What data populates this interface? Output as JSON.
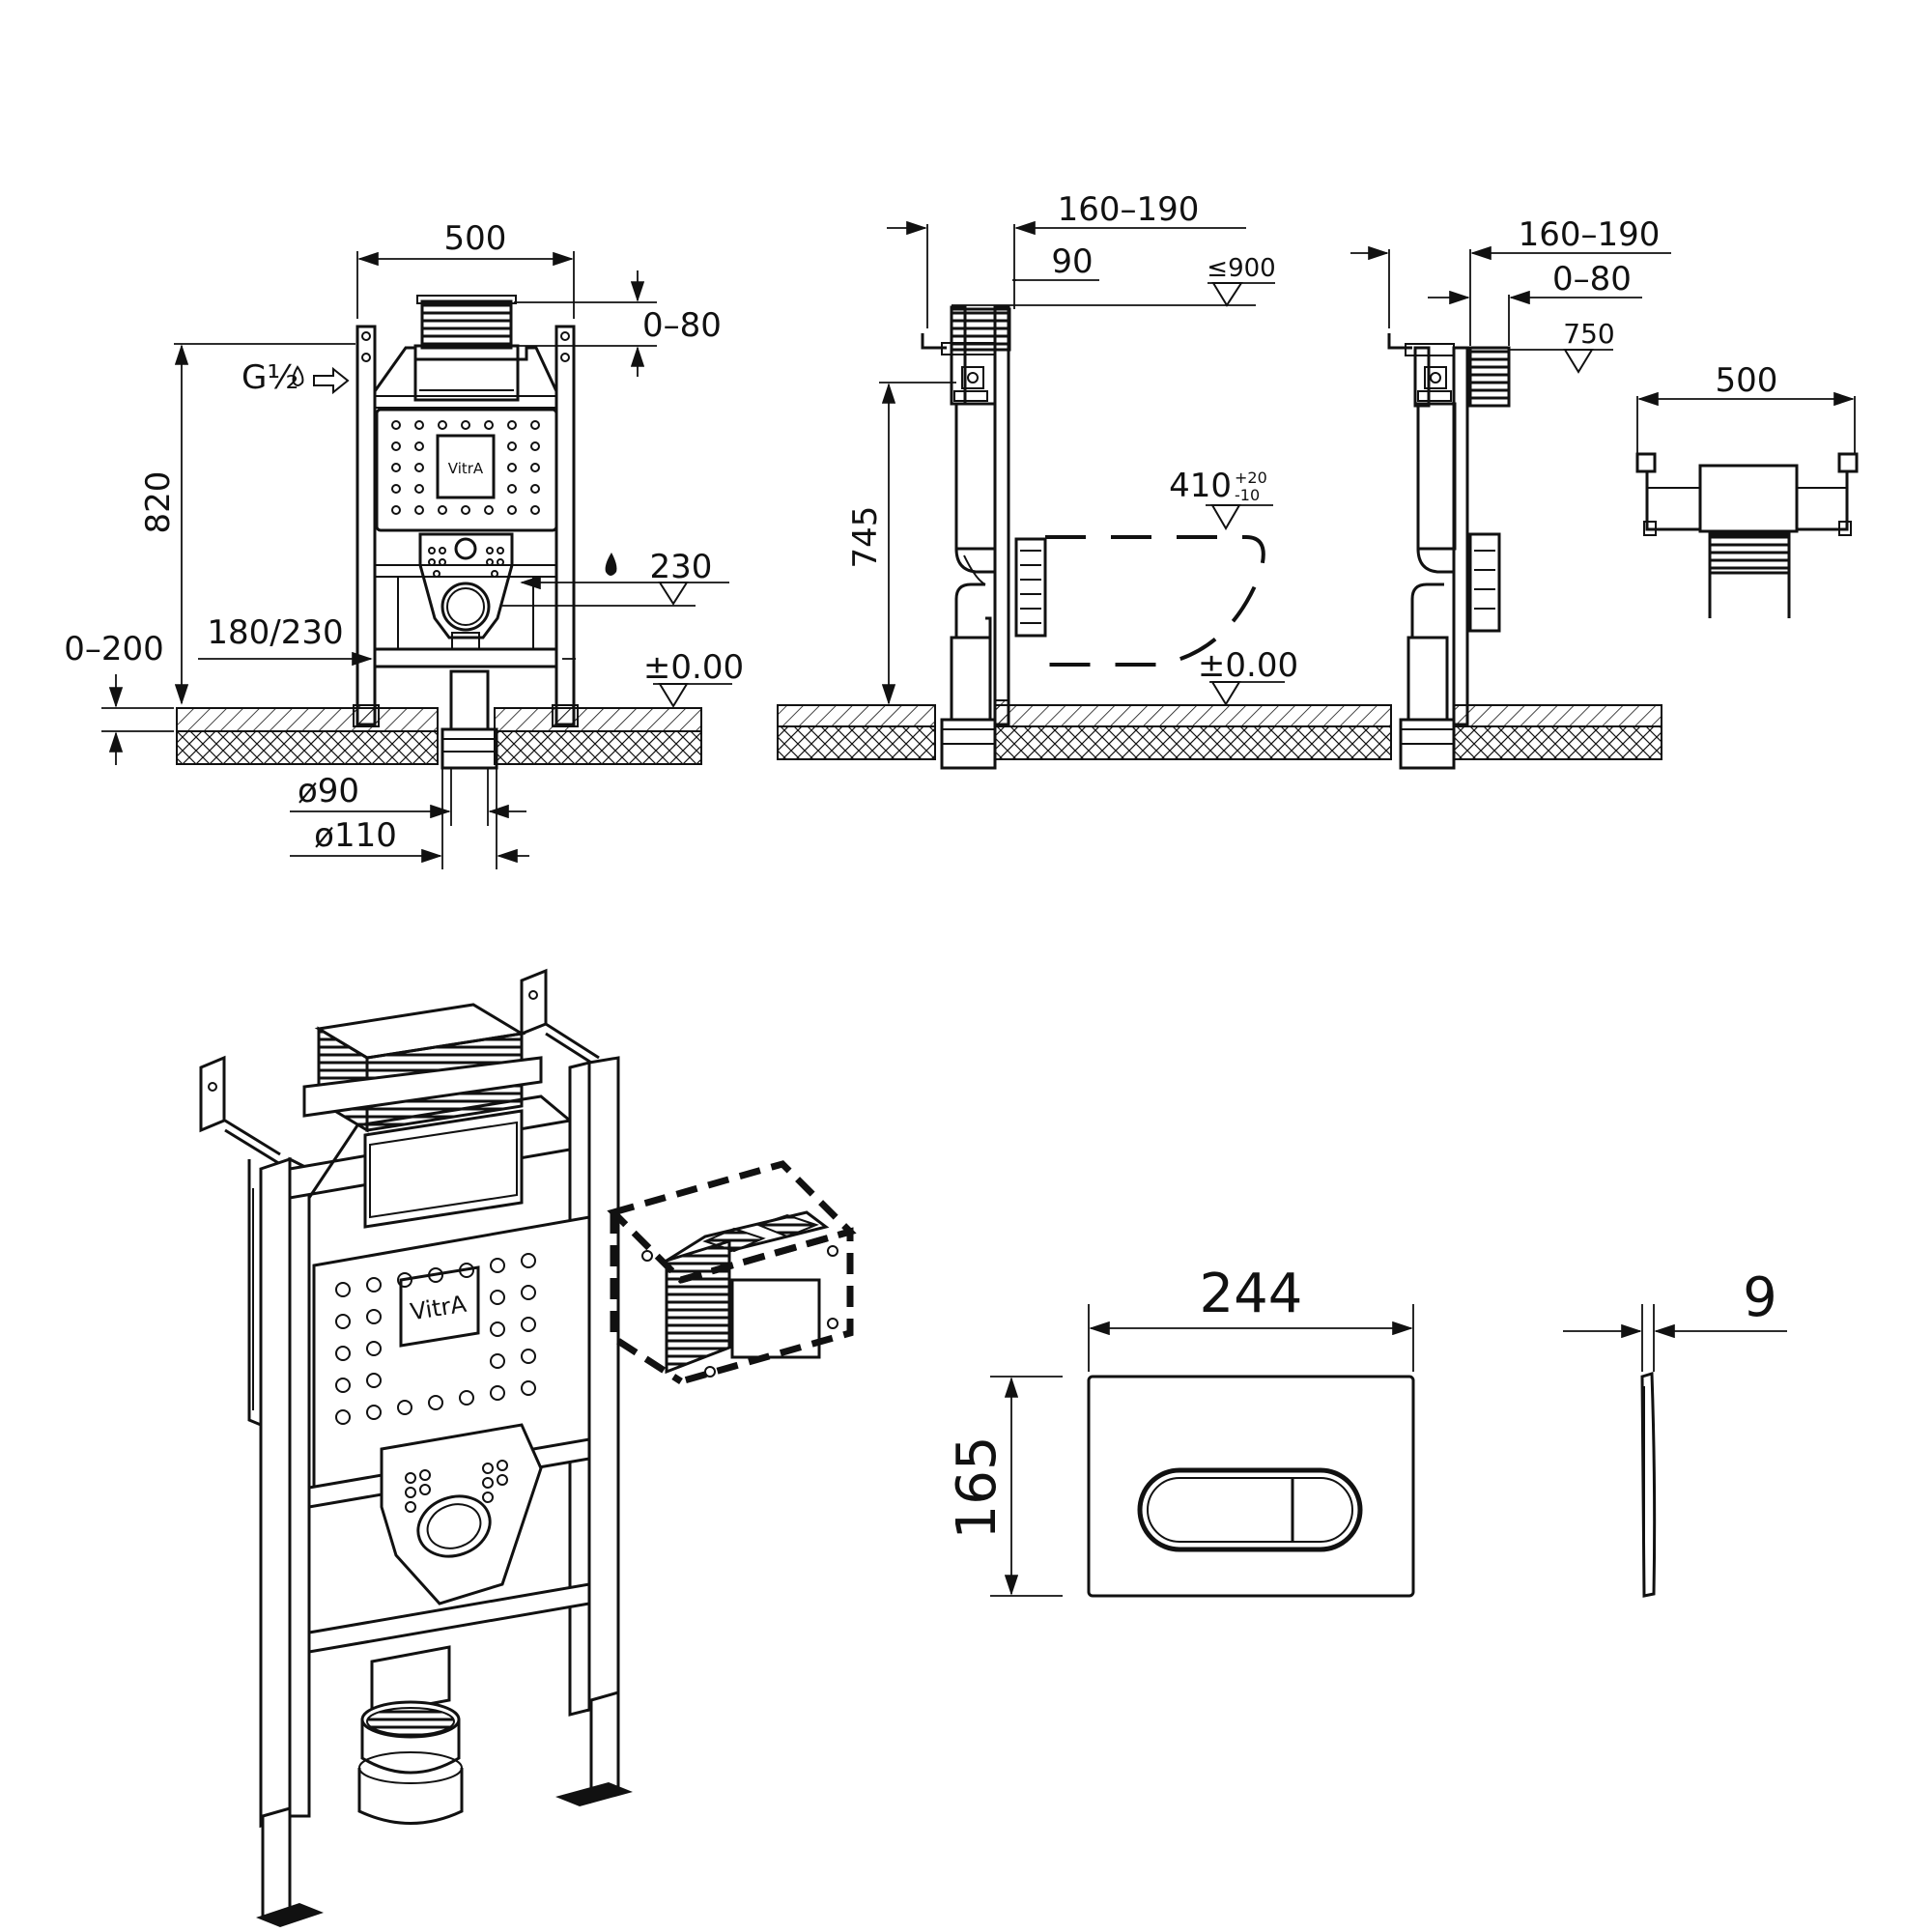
{
  "front_view": {
    "width": "500",
    "height": "820",
    "adjust_top": "0–80",
    "adjust_leg": "0–200",
    "inlet_label": "G½",
    "drain_height": "230",
    "drain_offset": "180/230",
    "floor_level": "±0.00",
    "pipe_small": "ø90",
    "pipe_large": "ø110",
    "brand": "VitrA"
  },
  "side_view_pan": {
    "depth_range": "160–190",
    "depth_min": "90",
    "top_level": "≤900",
    "frame_height": "745",
    "pan_height": "410",
    "pan_tol_plus": "+20",
    "pan_tol_minus": "-10",
    "floor_level": "±0.00"
  },
  "side_view_basin": {
    "depth_range": "160–190",
    "adjust": "0–80",
    "top_level": "750"
  },
  "top_view": {
    "width": "500"
  },
  "iso_view": {
    "brand": "VitrA"
  },
  "flush_plate": {
    "width": "244",
    "height": "165",
    "thickness": "9"
  },
  "colors": {
    "line": "#111111",
    "background": "#ffffff"
  }
}
